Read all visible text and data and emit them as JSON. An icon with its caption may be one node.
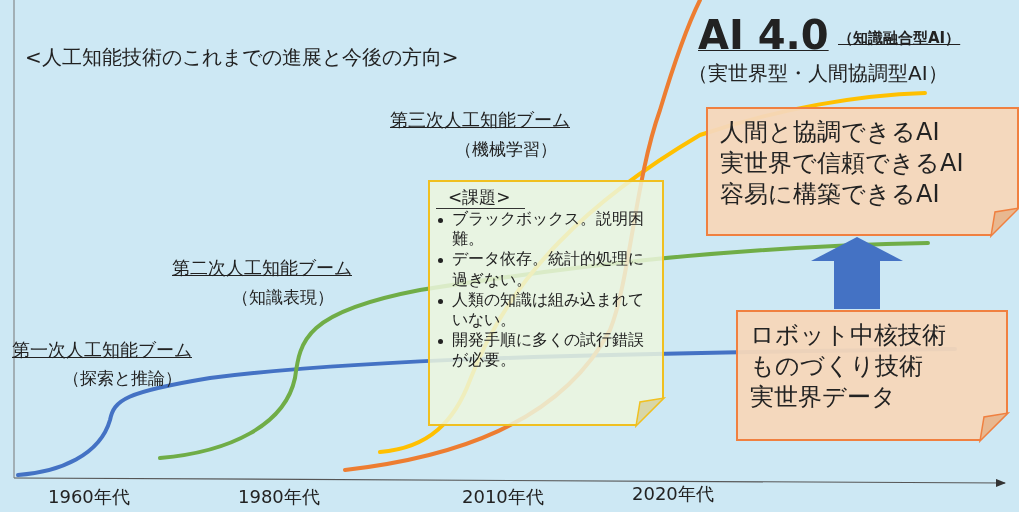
{
  "diagram": {
    "title": "<人工知能技術のこれまでの進展と今後の方向>",
    "nodes": [
      {
        "text": [
          "<課題>",
          "ブラックボックス。説明困難。",
          "データ依存。統計的処理に過ぎない。",
          "人類の知識は組み込まれていない。",
          "開発手順に多くの試行錯誤が必要。"
        ]
      },
      {
        "text": [
          "人間と協調できるAI",
          "実世界で信頼できるAI",
          "容易に構築できるAI"
        ]
      },
      {
        "text": [
          "ロボット中核技術",
          "ものづくり技術",
          "実世界データ"
        ]
      }
    ],
    "edges": [
      {
        "from": 2,
        "to": 1,
        "arrow": "to",
        "color": "#4472c4"
      }
    ],
    "labels": [
      "AI 4.0",
      "（知識融合型AI）",
      "（実世界型・人間協調型AI）",
      "第三次人工知能ブーム",
      "（機械学習）",
      "第二次人工知能ブーム",
      "（知識表現）",
      "第一次人工知能ブーム",
      "（探索と推論）",
      "1960年代",
      "1980年代",
      "2010年代",
      "2020年代"
    ]
  }
}
